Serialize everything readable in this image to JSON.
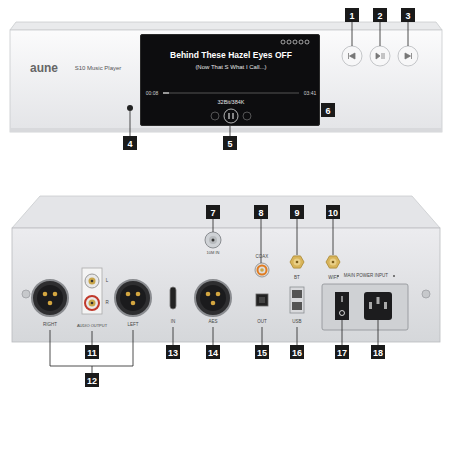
{
  "diagram": {
    "nodes": [
      {
        "text": [
          "1"
        ]
      },
      {
        "text": [
          "2"
        ]
      },
      {
        "text": [
          "3"
        ]
      },
      {
        "text": [
          "Behind These Hazel Eyes OFF",
          "(Now That S What I Call...)",
          "00:08",
          "03:41",
          "32Bit/384K"
        ]
      },
      {
        "text": [
          "4"
        ]
      },
      {
        "text": [
          "5"
        ]
      },
      {
        "text": [
          "6"
        ]
      },
      {
        "text": [
          "7"
        ]
      },
      {
        "text": [
          "8"
        ]
      },
      {
        "text": [
          "9"
        ]
      },
      {
        "text": [
          "10"
        ]
      },
      {
        "text": [
          "11"
        ]
      },
      {
        "text": [
          "12"
        ]
      },
      {
        "text": [
          "13"
        ]
      },
      {
        "text": [
          "14"
        ]
      },
      {
        "text": [
          "15"
        ]
      },
      {
        "text": [
          "16"
        ]
      },
      {
        "text": [
          "17"
        ]
      },
      {
        "text": [
          "18"
        ]
      }
    ],
    "labels": [
      "aune",
      "S10 Music Player",
      "10M IN",
      "COAX",
      "BT",
      "WIFI",
      "MAIN POWER INPUT",
      "RIGHT",
      "L",
      "R",
      "AUDIO OUTPUT",
      "LEFT",
      "IN",
      "AES",
      "OUT",
      "USB"
    ]
  }
}
